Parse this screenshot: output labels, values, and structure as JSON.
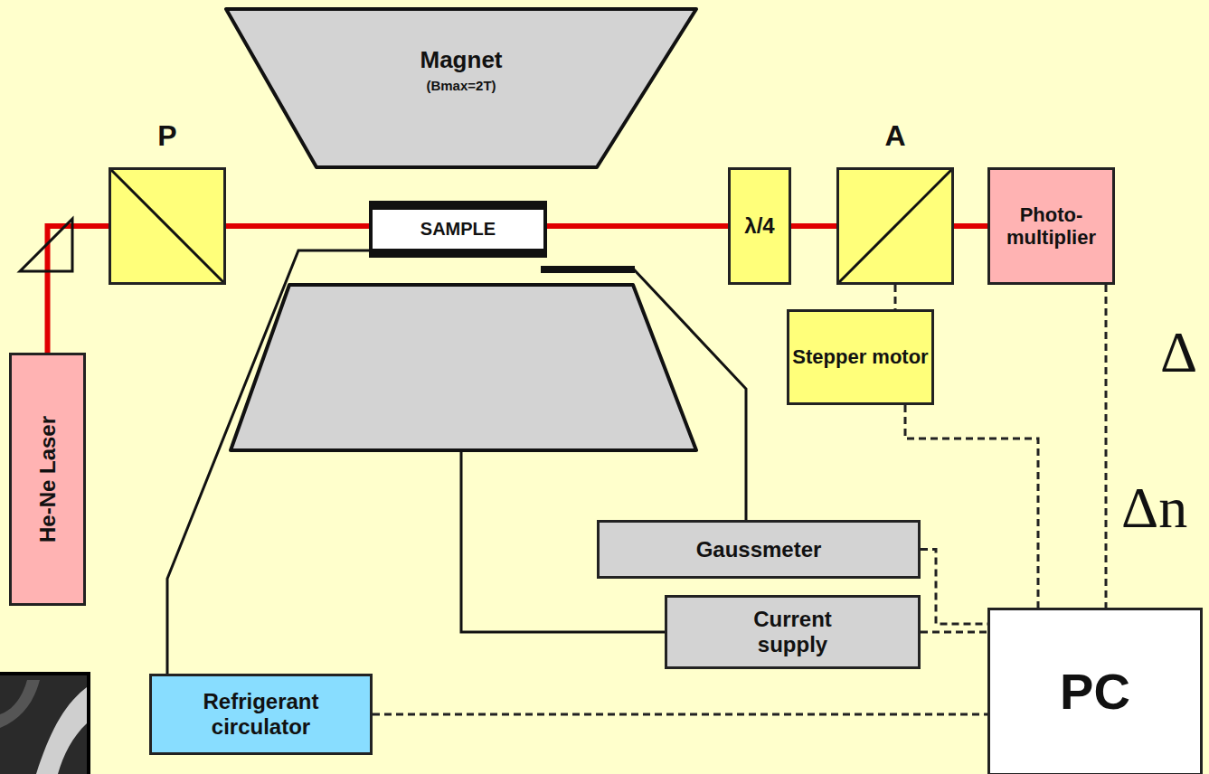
{
  "diagram": {
    "nodes": [
      {
        "text": [
          "Magnet",
          "(Bmax=2T)"
        ]
      },
      {
        "text": [
          "P"
        ]
      },
      {
        "text": [
          "SAMPLE"
        ]
      },
      {
        "text": [
          "λ/4"
        ]
      },
      {
        "text": [
          "A"
        ]
      },
      {
        "text": [
          "Photo- multiplier"
        ]
      },
      {
        "text": [
          "He-Ne Laser"
        ]
      },
      {
        "text": [
          "Stepper motor"
        ]
      },
      {
        "text": [
          "Gaussmeter"
        ]
      },
      {
        "text": [
          "Current supply"
        ]
      },
      {
        "text": [
          "PC"
        ]
      },
      {
        "text": [
          "Refrigerant circulator"
        ]
      }
    ],
    "edges": [
      {
        "from": 6,
        "to": 1,
        "arrow": "none"
      },
      {
        "from": 1,
        "to": 2,
        "arrow": "none"
      },
      {
        "from": 2,
        "to": 3,
        "arrow": "none"
      },
      {
        "from": 3,
        "to": 4,
        "arrow": "none"
      },
      {
        "from": 4,
        "to": 5,
        "arrow": "none"
      },
      {
        "from": 2,
        "to": 11,
        "arrow": "none"
      },
      {
        "from": 0,
        "to": 9,
        "arrow": "none"
      },
      {
        "from": 4,
        "to": 7,
        "arrow": "none"
      },
      {
        "from": 7,
        "to": 10,
        "arrow": "none"
      },
      {
        "from": 8,
        "to": 10,
        "arrow": "none"
      },
      {
        "from": 9,
        "to": 10,
        "arrow": "none"
      },
      {
        "from": 5,
        "to": 10,
        "arrow": "none"
      },
      {
        "from": 11,
        "to": 10,
        "arrow": "none"
      }
    ],
    "labels": [
      "Δ",
      "Δn"
    ]
  }
}
